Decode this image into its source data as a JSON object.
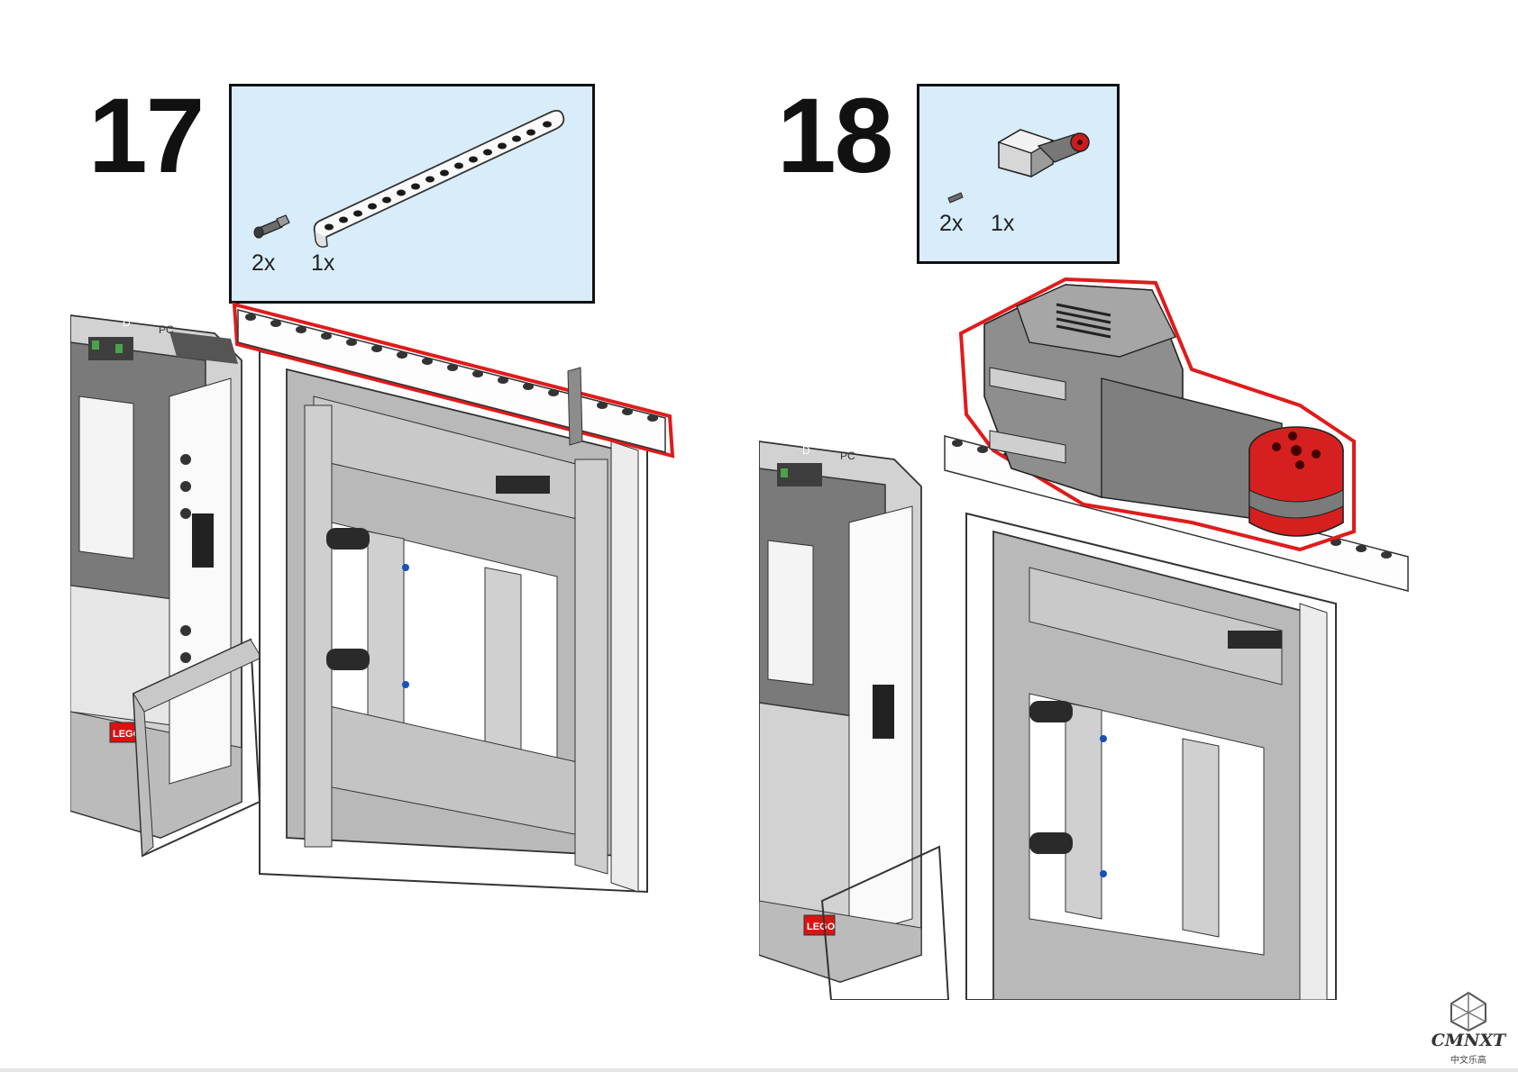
{
  "steps": [
    {
      "number": "17",
      "parts": [
        {
          "quantity": "2x",
          "icon": "axle-pin-icon"
        },
        {
          "quantity": "1x",
          "icon": "15-hole-beam-icon"
        }
      ]
    },
    {
      "number": "18",
      "parts": [
        {
          "quantity": "2x",
          "icon": "axle-pin-icon"
        },
        {
          "quantity": "1x",
          "icon": "medium-motor-icon"
        }
      ]
    }
  ],
  "brick_labels": {
    "port_d": "D",
    "port_pc": "PC",
    "brand": "LEGO"
  },
  "colors": {
    "parts_box_bg": "#d8ecfa",
    "highlight": "#e01b1b",
    "beam_gray": "#b9b9b9",
    "dark_gray": "#5d5d5d",
    "motor_red": "#d62020"
  },
  "logo": {
    "text": "CMNXT",
    "subtext": "中文乐高"
  }
}
